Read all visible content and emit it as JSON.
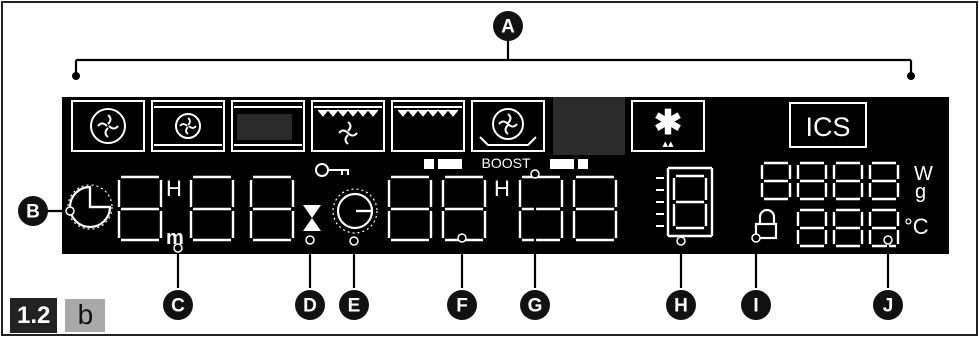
{
  "figure": {
    "number": "1.2",
    "sub": "b"
  },
  "callouts": [
    {
      "id": "A",
      "label": "A"
    },
    {
      "id": "B",
      "label": "B"
    },
    {
      "id": "C",
      "label": "C"
    },
    {
      "id": "D",
      "label": "D"
    },
    {
      "id": "E",
      "label": "E"
    },
    {
      "id": "F",
      "label": "F"
    },
    {
      "id": "G",
      "label": "G"
    },
    {
      "id": "H",
      "label": "H"
    },
    {
      "id": "I",
      "label": "I"
    },
    {
      "id": "J",
      "label": "J"
    }
  ],
  "display": {
    "ics": "ICS",
    "boost": "BOOST",
    "hour_left": "H",
    "minute_left": "m",
    "hour_right": "H",
    "weight_unit": "W",
    "gram_unit": "g",
    "celsius_unit": "°C",
    "snowflake": "✱",
    "drops": "▴▴"
  },
  "colors": {
    "panel": "#000000",
    "segment": "#ffffff",
    "dark_block": "#262626",
    "callout": "#111111",
    "figure_tab": "#a9a9a9"
  }
}
